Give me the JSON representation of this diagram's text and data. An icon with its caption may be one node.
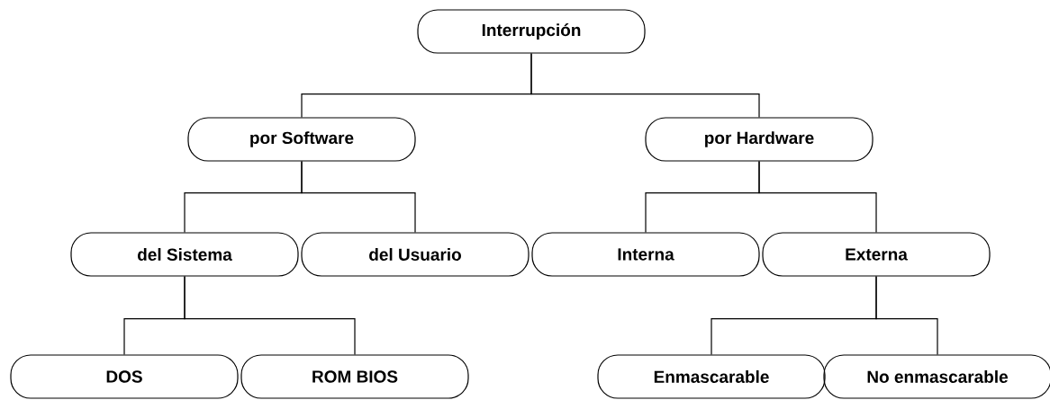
{
  "diagram": {
    "nodes": [
      {
        "text": [
          "Interrupción"
        ]
      },
      {
        "text": [
          "por Software"
        ]
      },
      {
        "text": [
          "por Hardware"
        ]
      },
      {
        "text": [
          "del Sistema"
        ]
      },
      {
        "text": [
          "del Usuario"
        ]
      },
      {
        "text": [
          "Interna"
        ]
      },
      {
        "text": [
          "Externa"
        ]
      },
      {
        "text": [
          "DOS"
        ]
      },
      {
        "text": [
          "ROM BIOS"
        ]
      },
      {
        "text": [
          "Enmascarable"
        ]
      },
      {
        "text": [
          "No enmascarable"
        ]
      }
    ],
    "edges": [
      {
        "from": 0,
        "to": 1,
        "arrow": "none"
      },
      {
        "from": 0,
        "to": 2,
        "arrow": "none"
      },
      {
        "from": 1,
        "to": 3,
        "arrow": "none"
      },
      {
        "from": 1,
        "to": 4,
        "arrow": "none"
      },
      {
        "from": 2,
        "to": 5,
        "arrow": "none"
      },
      {
        "from": 2,
        "to": 6,
        "arrow": "none"
      },
      {
        "from": 3,
        "to": 7,
        "arrow": "none"
      },
      {
        "from": 3,
        "to": 8,
        "arrow": "none"
      },
      {
        "from": 6,
        "to": 9,
        "arrow": "none"
      },
      {
        "from": 6,
        "to": 10,
        "arrow": "none"
      }
    ]
  }
}
